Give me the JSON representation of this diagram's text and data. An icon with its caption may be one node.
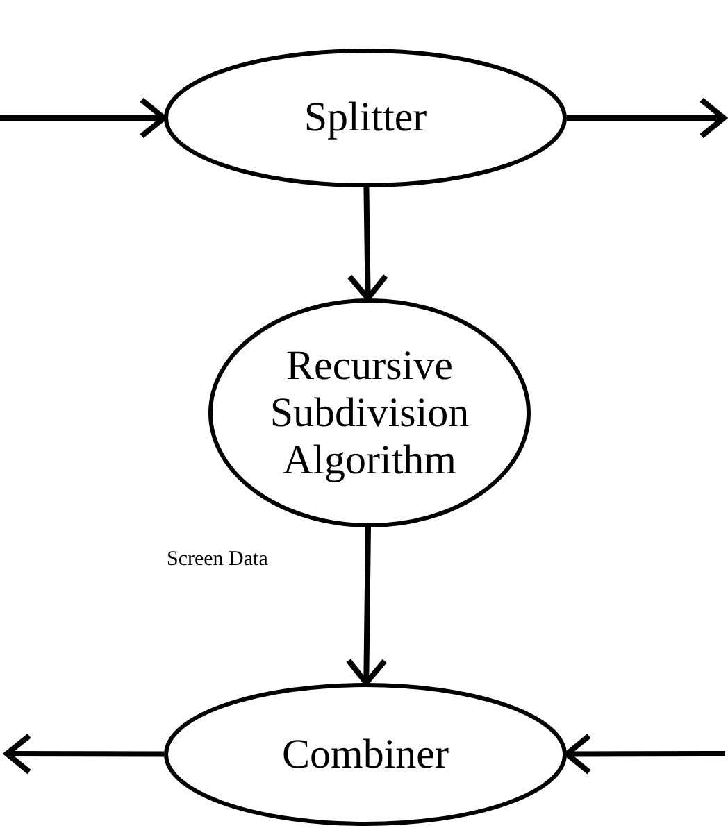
{
  "diagram": {
    "nodes": [
      {
        "text": [
          "Splitter"
        ]
      },
      {
        "text": [
          "Recursive Subdivision Algorithm"
        ]
      },
      {
        "text": [
          "Combiner"
        ]
      }
    ],
    "edges": [
      {
        "from": null,
        "to": 0,
        "arrow": "to"
      },
      {
        "from": 0,
        "to": null,
        "arrow": "to"
      },
      {
        "from": 0,
        "to": 1,
        "arrow": "to"
      },
      {
        "from": 1,
        "to": 2,
        "arrow": "to",
        "label": "Screen Data"
      },
      {
        "from": 2,
        "to": null,
        "arrow": "to"
      },
      {
        "from": null,
        "to": 2,
        "arrow": "to"
      }
    ]
  }
}
